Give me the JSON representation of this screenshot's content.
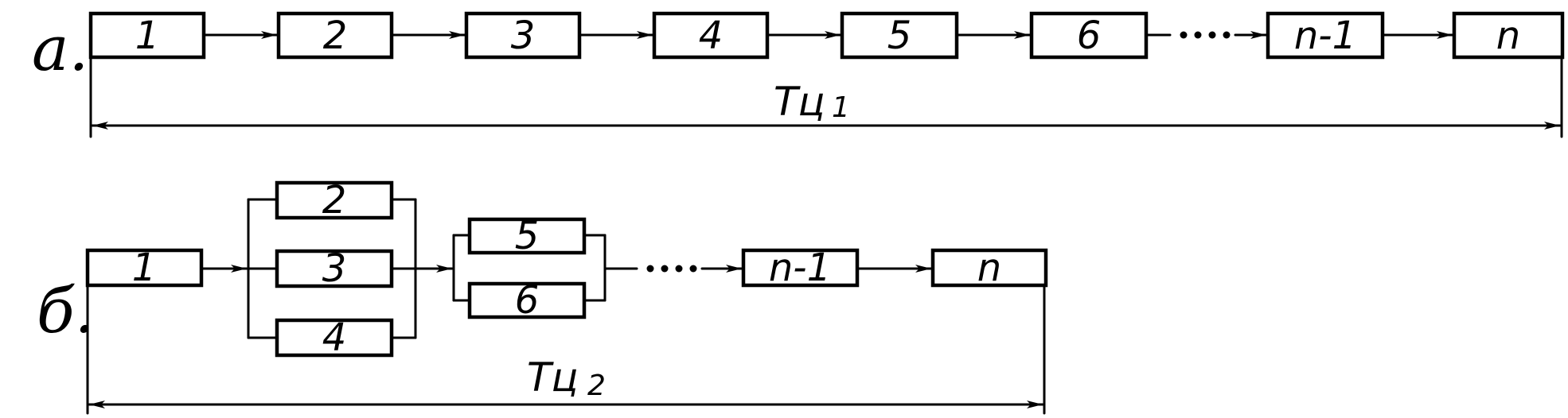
{
  "diagram_a": {
    "marker": "a.",
    "boxes": [
      "1",
      "2",
      "3",
      "4",
      "5",
      "6",
      "n-1",
      "n"
    ],
    "cycle_label": "Tц",
    "cycle_sub": "1"
  },
  "diagram_b": {
    "marker": "б.",
    "box_first": "1",
    "group_1": [
      "2",
      "3",
      "4"
    ],
    "group_2": [
      "5",
      "6"
    ],
    "box_n_minus_1": "n-1",
    "box_n": "n",
    "cycle_label": "Tц",
    "cycle_sub": "2"
  }
}
